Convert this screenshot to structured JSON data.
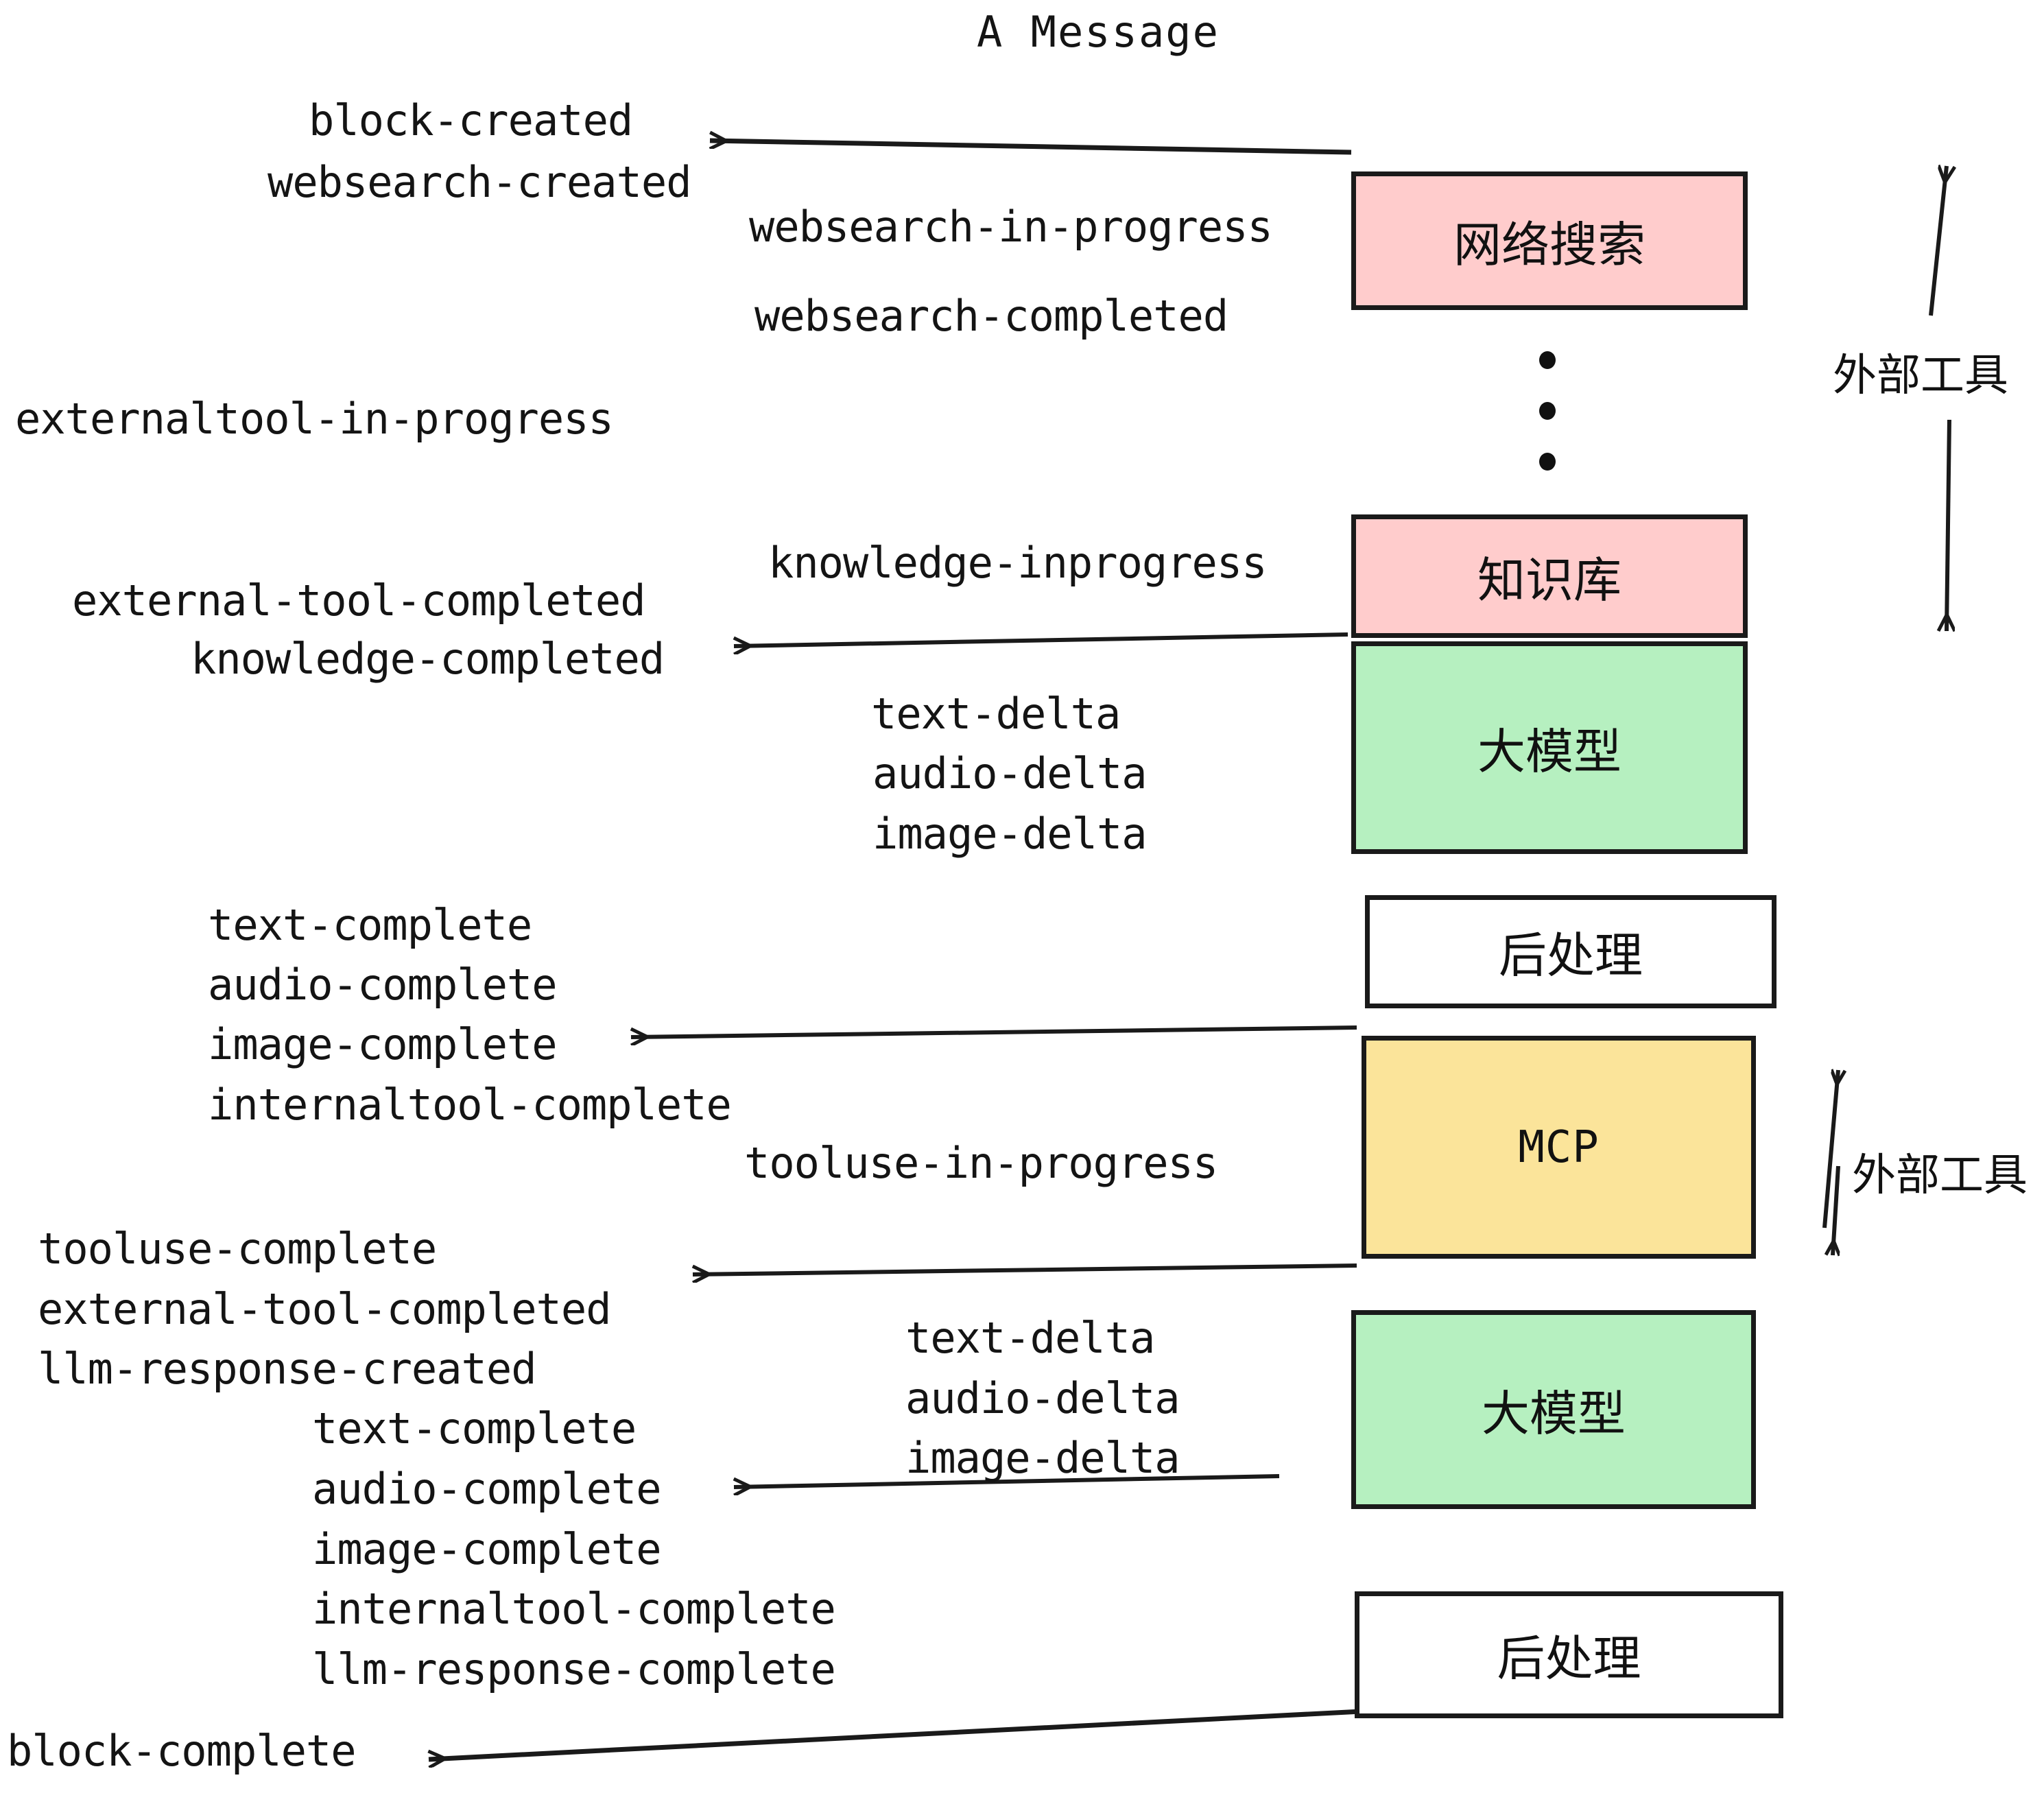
{
  "diagram": {
    "title": "A Message",
    "colors": {
      "pink": "#FFCCCC",
      "green": "#B6F0C0",
      "yellow": "#FBE49A",
      "white": "#FFFFFF",
      "stroke": "#1a1a1a",
      "text": "#141414",
      "background": "#FFFFFF"
    }
  },
  "nodes": [
    {
      "id": "websearch",
      "label": "网络搜索",
      "fill": "#FFCCCC",
      "script": "cjk"
    },
    {
      "id": "knowledge",
      "label": "知识库",
      "fill": "#FFCCCC",
      "script": "cjk"
    },
    {
      "id": "llm-top",
      "label": "大模型",
      "fill": "#B6F0C0",
      "script": "cjk"
    },
    {
      "id": "postprocess-top",
      "label": "后处理",
      "fill": "#FFFFFF",
      "script": "cjk"
    },
    {
      "id": "mcp",
      "label": "MCP",
      "fill": "#FBE49A",
      "script": "latin"
    },
    {
      "id": "llm-bottom",
      "label": "大模型",
      "fill": "#B6F0C0",
      "script": "cjk"
    },
    {
      "id": "postprocess-bottom",
      "label": "后处理",
      "fill": "#FFFFFF",
      "script": "cjk"
    }
  ],
  "side_labels": [
    {
      "id": "external-tools-upper",
      "label": "外部工具"
    },
    {
      "id": "external-tools-lower",
      "label": "外部工具"
    }
  ],
  "events": [
    {
      "id": "block-created",
      "text": "block-created"
    },
    {
      "id": "websearch-created",
      "text": "websearch-created"
    },
    {
      "id": "websearch-in-progress",
      "text": "websearch-in-progress"
    },
    {
      "id": "websearch-completed",
      "text": "websearch-completed"
    },
    {
      "id": "externaltool-in-progress",
      "text": "externaltool-in-progress"
    },
    {
      "id": "knowledge-inprogress",
      "text": "knowledge-inprogress"
    },
    {
      "id": "external-tool-completed-1",
      "text": "external-tool-completed"
    },
    {
      "id": "knowledge-completed",
      "text": "knowledge-completed"
    },
    {
      "id": "text-delta-1",
      "text": "text-delta"
    },
    {
      "id": "audio-delta-1",
      "text": "audio-delta"
    },
    {
      "id": "image-delta-1",
      "text": "image-delta"
    },
    {
      "id": "text-complete-1",
      "text": "text-complete"
    },
    {
      "id": "audio-complete-1",
      "text": "audio-complete"
    },
    {
      "id": "image-complete-1",
      "text": "image-complete"
    },
    {
      "id": "internaltool-complete-1",
      "text": "internaltool-complete"
    },
    {
      "id": "tooluse-in-progress",
      "text": "tooluse-in-progress"
    },
    {
      "id": "tooluse-complete",
      "text": "tooluse-complete"
    },
    {
      "id": "external-tool-completed-2",
      "text": "external-tool-completed"
    },
    {
      "id": "llm-response-created",
      "text": "llm-response-created"
    },
    {
      "id": "text-delta-2",
      "text": "text-delta"
    },
    {
      "id": "audio-delta-2",
      "text": "audio-delta"
    },
    {
      "id": "image-delta-2",
      "text": "image-delta"
    },
    {
      "id": "text-complete-2",
      "text": "text-complete"
    },
    {
      "id": "audio-complete-2",
      "text": "audio-complete"
    },
    {
      "id": "image-complete-2",
      "text": "image-complete"
    },
    {
      "id": "internaltool-complete-2",
      "text": "internaltool-complete"
    },
    {
      "id": "llm-response-complete",
      "text": "llm-response-complete"
    },
    {
      "id": "block-complete",
      "text": "block-complete"
    }
  ]
}
